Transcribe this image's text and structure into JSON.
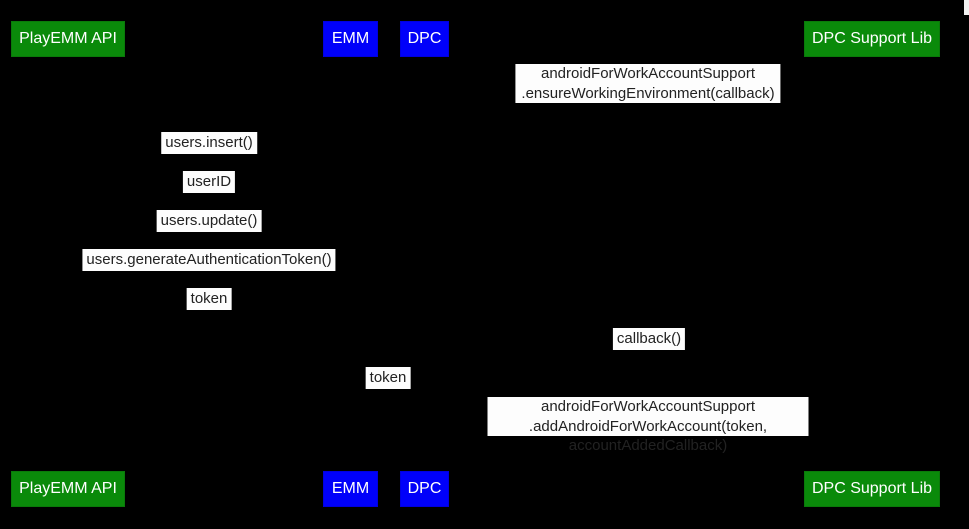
{
  "diagram": {
    "background_color": "#000000",
    "colors": {
      "participant_green": "#0a8a0a",
      "participant_blue": "#0000fa",
      "label_background": "#fdfdfd",
      "label_text": "#222222"
    },
    "participants": [
      {
        "name": "PlayEMM API",
        "color": "green"
      },
      {
        "name": "EMM",
        "color": "blue"
      },
      {
        "name": "DPC",
        "color": "blue"
      },
      {
        "name": "DPC Support Lib",
        "color": "green"
      }
    ],
    "messages": [
      {
        "text": "androidForWorkAccountSupport\n.ensureWorkingEnvironment(callback)"
      },
      {
        "text": "users.insert()"
      },
      {
        "text": "userID"
      },
      {
        "text": "users.update()"
      },
      {
        "text": "users.generateAuthenticationToken()"
      },
      {
        "text": "token"
      },
      {
        "text": "callback()"
      },
      {
        "text": "token"
      },
      {
        "text": "androidForWorkAccountSupport\n.addAndroidForWorkAccount(token, accountAddedCallback)"
      }
    ]
  }
}
